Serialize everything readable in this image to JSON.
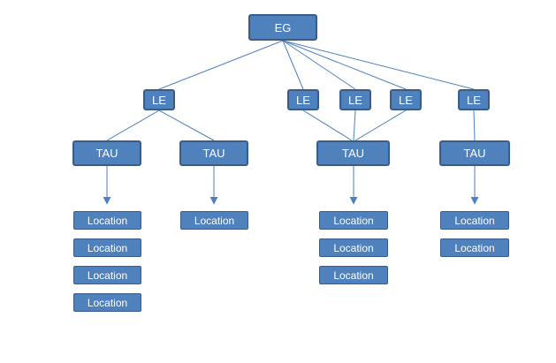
{
  "diagram": {
    "type": "org-hierarchy",
    "root": {
      "label": "EG"
    },
    "level2": [
      {
        "label": "LE"
      },
      {
        "label": "LE"
      },
      {
        "label": "LE"
      },
      {
        "label": "LE"
      },
      {
        "label": "LE"
      }
    ],
    "level3": [
      {
        "label": "TAU"
      },
      {
        "label": "TAU"
      },
      {
        "label": "TAU"
      },
      {
        "label": "TAU"
      }
    ],
    "level4": [
      {
        "items": [
          "Location",
          "Location",
          "Location",
          "Location"
        ]
      },
      {
        "items": [
          "Location"
        ]
      },
      {
        "items": [
          "Location",
          "Location",
          "Location"
        ]
      },
      {
        "items": [
          "Location",
          "Location"
        ]
      }
    ],
    "edges": [
      {
        "from": "EG",
        "to": "LE-1"
      },
      {
        "from": "EG",
        "to": "LE-2"
      },
      {
        "from": "EG",
        "to": "LE-3"
      },
      {
        "from": "EG",
        "to": "LE-4"
      },
      {
        "from": "EG",
        "to": "LE-5"
      },
      {
        "from": "LE-1",
        "to": "TAU-1"
      },
      {
        "from": "LE-1",
        "to": "TAU-2"
      },
      {
        "from": "LE-2",
        "to": "TAU-3"
      },
      {
        "from": "LE-3",
        "to": "TAU-3"
      },
      {
        "from": "LE-4",
        "to": "TAU-3"
      },
      {
        "from": "LE-5",
        "to": "TAU-4"
      },
      {
        "from": "TAU-1",
        "to": "location-group-1",
        "arrow": true
      },
      {
        "from": "TAU-2",
        "to": "location-group-2",
        "arrow": true
      },
      {
        "from": "TAU-3",
        "to": "location-group-3",
        "arrow": true
      },
      {
        "from": "TAU-4",
        "to": "location-group-4",
        "arrow": true
      }
    ],
    "colors": {
      "box_fill": "#4f81bd",
      "box_border": "#385d8a",
      "connector": "#4f81bd",
      "text": "#ffffff",
      "background": "#ffffff"
    }
  }
}
